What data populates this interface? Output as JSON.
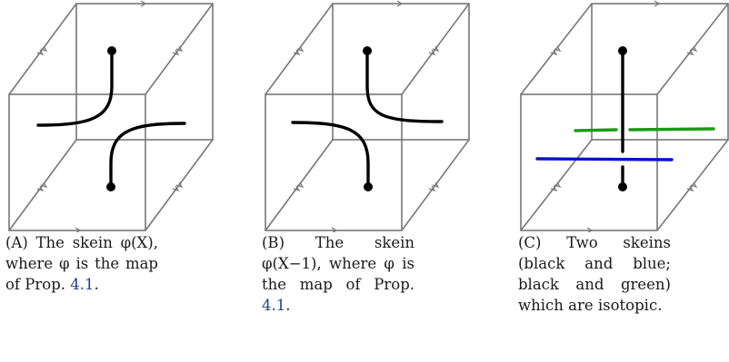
{
  "figures": [
    {
      "id": "A",
      "label": "(A)",
      "caption_text": "The skein φ(X), where φ is the map of Prop.",
      "ref": "4.1",
      "caption_end": "."
    },
    {
      "id": "B",
      "label": "(B)",
      "caption_text": "The skein φ(X−1), where φ is the map of Prop.",
      "ref": "4.1",
      "caption_end": "."
    },
    {
      "id": "C",
      "label": "(C)",
      "caption_text": "Two skeins (black and blue; black and green) which are isotopic.",
      "skein_colors": {
        "black": "#000000",
        "blue": "#0a14c8",
        "green": "#1a9a14"
      }
    }
  ],
  "colors": {
    "cube_edge": "#777777",
    "ref_link": "#1f3f9a"
  }
}
